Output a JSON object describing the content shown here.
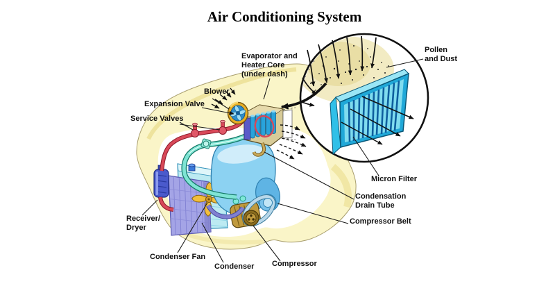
{
  "title": "Air Conditioning System",
  "labels": {
    "evaporator": {
      "text": "Evaporator and\nHeater Core\n(under dash)"
    },
    "blower": {
      "text": "Blower"
    },
    "expansion_valve": {
      "text": "Expansion Valve"
    },
    "service_valves": {
      "text": "Service Valves"
    },
    "pollen_dust": {
      "text": "Pollen\nand Dust"
    },
    "micron_filter": {
      "text": "Micron Filter"
    },
    "condensation_drain_tube": {
      "text": "Condensation\nDrain Tube"
    },
    "compressor_belt": {
      "text": "Compressor Belt"
    },
    "receiver_dryer": {
      "text": "Receiver/\nDryer"
    },
    "condenser_fan": {
      "text": "Condenser Fan"
    },
    "condenser": {
      "text": "Condenser"
    },
    "compressor": {
      "text": "Compressor"
    }
  },
  "colors": {
    "body_yellow": "#FAF5C8",
    "line_high_pressure_red": "#D84858",
    "line_low_pressure_teal": "#7FE4D4",
    "engine_blue": "#8CD2F2",
    "condenser_purple": "#A4A4E6",
    "radiator_cyan": "#BCEAF2",
    "fan_gold": "#F2BE3C",
    "compressor_bronze": "#C09A3E",
    "filter_cyan": "#20A8D8",
    "receiver_blue": "#4A5ACC"
  }
}
